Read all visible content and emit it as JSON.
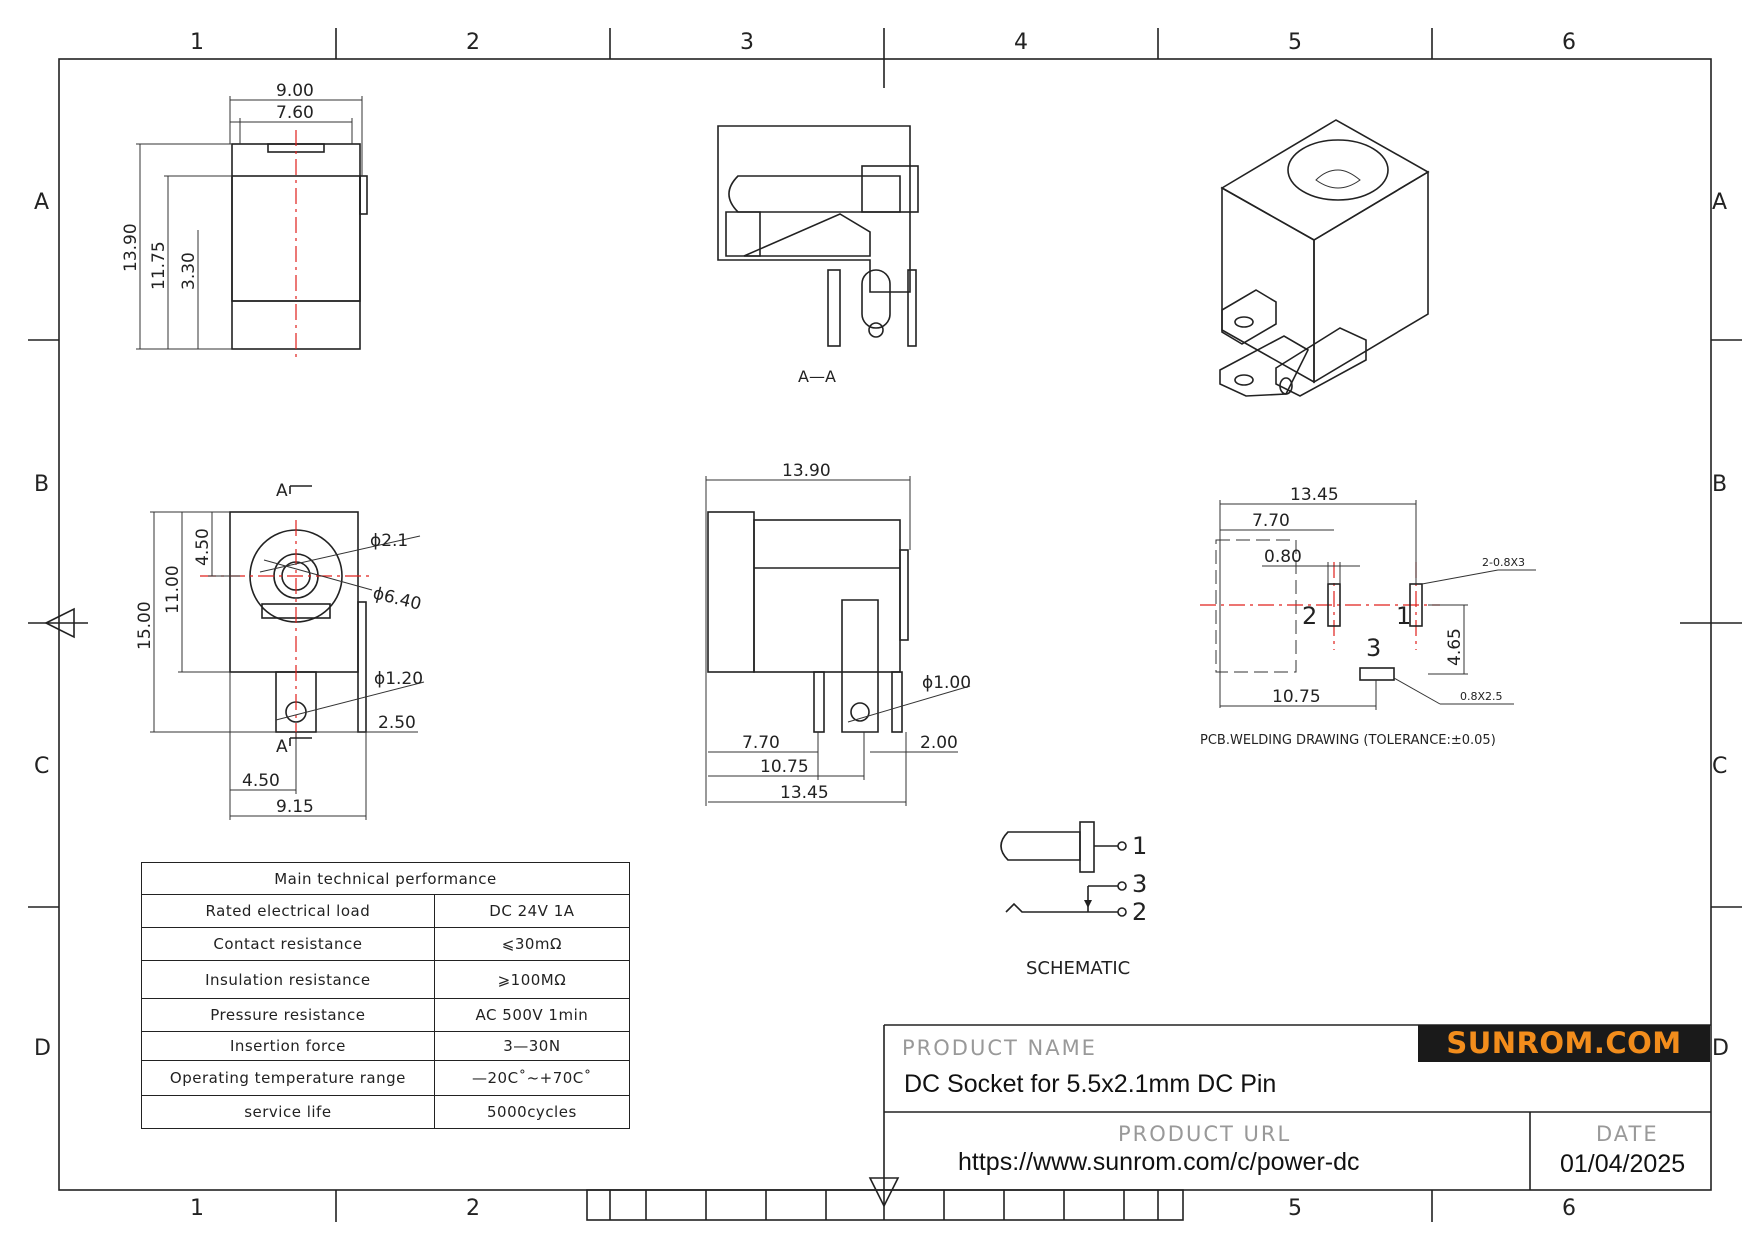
{
  "border": {
    "columns_top": [
      "1",
      "2",
      "3",
      "4",
      "5",
      "6"
    ],
    "columns_bottom": [
      "1",
      "2",
      "",
      "",
      "5",
      "6"
    ],
    "rows": [
      "A",
      "B",
      "C",
      "D"
    ]
  },
  "views": {
    "front": {
      "dims": [
        "9.00",
        "7.60",
        "13.90",
        "11.75",
        "3.30"
      ]
    },
    "section": {
      "label": "A—A"
    },
    "top": {
      "dims": [
        "15.00",
        "11.00",
        "4.50",
        "ϕ2.1",
        "ϕ6.40",
        "ϕ1.20",
        "2.50",
        "4.50",
        "9.15"
      ],
      "section_marks": [
        "A",
        "A"
      ]
    },
    "side": {
      "dims": [
        "13.90",
        "ϕ1.00",
        "7.70",
        "2.00",
        "10.75",
        "13.45"
      ]
    },
    "pcb": {
      "dims": [
        "13.45",
        "7.70",
        "0.80",
        "4.65",
        "10.75"
      ],
      "pins": [
        "1",
        "2",
        "3"
      ],
      "notes": [
        "2-0.8X3",
        "0.8X2.5"
      ],
      "caption": "PCB.WELDING DRAWING (TOLERANCE:±0.05)"
    },
    "schematic": {
      "pins": [
        "1",
        "3",
        "2"
      ],
      "caption": "SCHEMATIC"
    }
  },
  "performance_table": {
    "title": "Main technical performance",
    "rows": [
      {
        "label": "Rated electrical load",
        "value": "DC 24V 1A"
      },
      {
        "label": "Contact resistance",
        "value": "⩽30mΩ"
      },
      {
        "label": "Insulation resistance",
        "value": "⩾100MΩ"
      },
      {
        "label": "Pressure resistance",
        "value": "AC 500V 1min"
      },
      {
        "label": "Insertion force",
        "value": "3—30N"
      },
      {
        "label": "Operating temperature range",
        "value": "—20C˚~+70C˚"
      },
      {
        "label": "service life",
        "value": "5000cycles"
      }
    ]
  },
  "title_block": {
    "product_name_label": "PRODUCT NAME",
    "product_name": "DC Socket for 5.5x2.1mm DC Pin",
    "product_url_label": "PRODUCT URL",
    "product_url": "https://www.sunrom.com/c/power-dc",
    "date_label": "DATE",
    "date": "01/04/2025",
    "logo_text": "SUNROM.COM"
  },
  "colors": {
    "line": "#222222",
    "centerline": "#e0201c",
    "logo_bg": "#1a1a1a",
    "logo_text": "#f28d1c",
    "label_gray": "#999999"
  }
}
